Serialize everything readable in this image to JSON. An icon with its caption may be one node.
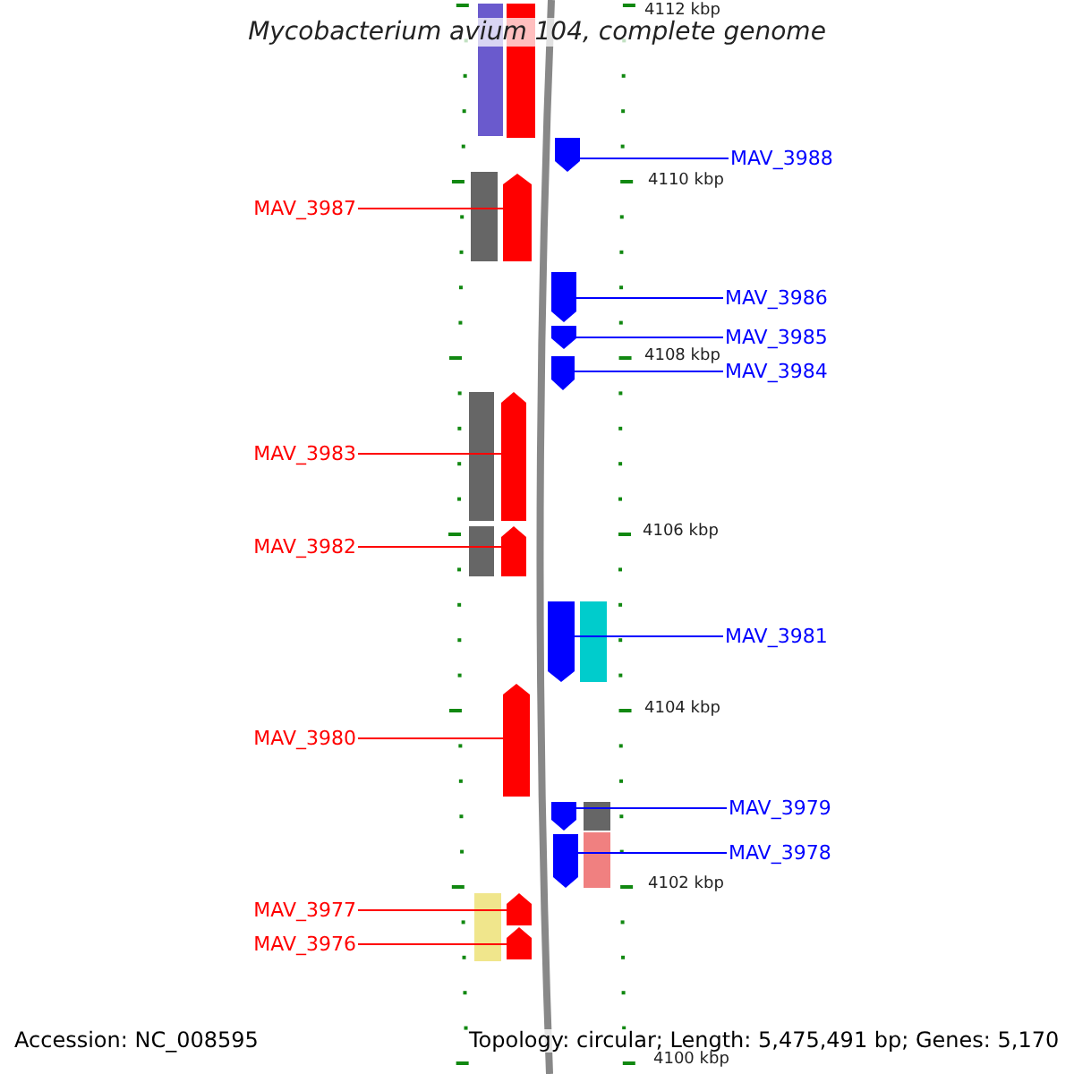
{
  "diagram": {
    "title": "Mycobacterium avium 104, complete genome",
    "nodes": [
      {
        "text": [
          "MAV_3988"
        ]
      },
      {
        "text": [],
        "shape": "bar"
      },
      {
        "text": [
          "MAV_3987"
        ]
      },
      {
        "text": [],
        "shape": "bar"
      },
      {
        "text": [
          "MAV_3986"
        ]
      },
      {
        "text": [],
        "shape": "bar"
      },
      {
        "text": [
          "MAV_3985"
        ]
      },
      {
        "text": [],
        "shape": "bar"
      },
      {
        "text": [
          "MAV_3984"
        ]
      },
      {
        "text": [],
        "shape": "bar"
      },
      {
        "text": [
          "MAV_3983"
        ]
      },
      {
        "text": [],
        "shape": "bar"
      },
      {
        "text": [
          "MAV_3982"
        ]
      },
      {
        "text": [],
        "shape": "bar"
      },
      {
        "text": [
          "MAV_3981"
        ]
      },
      {
        "text": [],
        "shape": "bar"
      },
      {
        "text": [
          "MAV_3980"
        ]
      },
      {
        "text": [],
        "shape": "bar"
      },
      {
        "text": [
          "MAV_3979"
        ]
      },
      {
        "text": [],
        "shape": "bar"
      },
      {
        "text": [
          "MAV_3978"
        ]
      },
      {
        "text": [],
        "shape": "bar"
      },
      {
        "text": [
          "MAV_3977"
        ]
      },
      {
        "text": [],
        "shape": "bar"
      },
      {
        "text": [
          "MAV_3976"
        ]
      },
      {
        "text": [],
        "shape": "bar"
      }
    ],
    "edges": [
      {
        "from": 0,
        "to": 1,
        "arrow": "none",
        "color": "#0000ff"
      },
      {
        "from": 2,
        "to": 3,
        "arrow": "none",
        "color": "#ff0000"
      },
      {
        "from": 4,
        "to": 5,
        "arrow": "none",
        "color": "#0000ff"
      },
      {
        "from": 6,
        "to": 7,
        "arrow": "none",
        "color": "#0000ff"
      },
      {
        "from": 8,
        "to": 9,
        "arrow": "none",
        "color": "#0000ff"
      },
      {
        "from": 10,
        "to": 11,
        "arrow": "none",
        "color": "#ff0000"
      },
      {
        "from": 12,
        "to": 13,
        "arrow": "none",
        "color": "#ff0000"
      },
      {
        "from": 14,
        "to": 15,
        "arrow": "none",
        "color": "#0000ff"
      },
      {
        "from": 16,
        "to": 17,
        "arrow": "none",
        "color": "#ff0000"
      },
      {
        "from": 18,
        "to": 19,
        "arrow": "none",
        "color": "#0000ff"
      },
      {
        "from": 20,
        "to": 21,
        "arrow": "none",
        "color": "#0000ff"
      },
      {
        "from": 22,
        "to": 23,
        "arrow": "none",
        "color": "#ff0000"
      },
      {
        "from": 24,
        "to": 25,
        "arrow": "none",
        "color": "#ff0000"
      }
    ],
    "labels": [
      "4112 kbp",
      "4110 kbp",
      "4108 kbp",
      "4106 kbp",
      "4104 kbp",
      "4102 kbp",
      "Accession: NC_008595",
      "Topology: circular; Length: 5,475,491 bp; Genes: 5,170",
      "4100 kbp"
    ]
  }
}
